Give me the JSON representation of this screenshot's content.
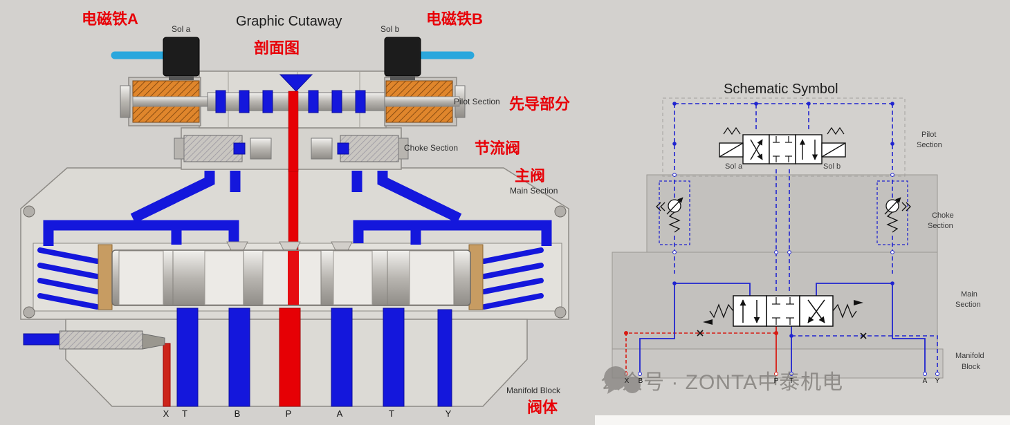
{
  "colors": {
    "red": "#e60005",
    "hydraulic_blue": "#1417dc",
    "schematic_blue": "#2024cf",
    "schematic_red": "#d81a12",
    "body_gray": "#dcdad5",
    "coil_orange": "#e0862c",
    "cable_cyan": "#2aa7dd"
  },
  "cutaway": {
    "title": "Graphic Cutaway",
    "subtitle_cn": "剖面图",
    "solenoid_a_cn": "电磁铁A",
    "solenoid_b_cn": "电磁铁B",
    "sol_a_label": "Sol a",
    "sol_b_label": "Sol b",
    "pilot_label": "Pilot Section",
    "pilot_cn": "先导部分",
    "choke_label": "Choke Section",
    "choke_cn": "节流阀",
    "main_cn": "主阀",
    "main_label": "Main Section",
    "manifold_label": "Manifold Block",
    "manifold_cn": "阀体",
    "ports": [
      "X",
      "T",
      "B",
      "P",
      "A",
      "T",
      "Y"
    ]
  },
  "schematic": {
    "title": "Schematic Symbol",
    "sol_a_label": "Sol a",
    "sol_b_label": "Sol b",
    "pilot_line1": "Pilot",
    "pilot_line2": "Section",
    "choke_line1": "Choke",
    "choke_line2": "Section",
    "main_line1": "Main",
    "main_line2": "Section",
    "manifold_line1": "Manifold",
    "manifold_line2": "Block",
    "ports": {
      "x": "X",
      "b": "B",
      "p": "P",
      "t": "T",
      "a": "A",
      "y": "Y"
    }
  },
  "watermark": {
    "text": "公众号 · ZONTA中泰机电"
  }
}
